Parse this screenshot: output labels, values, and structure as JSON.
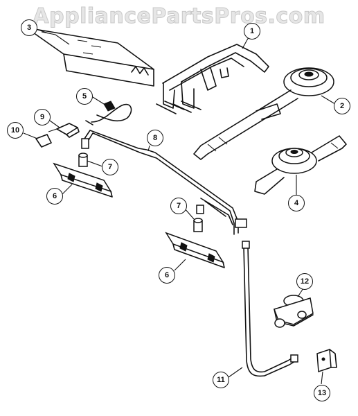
{
  "watermark": "AppliancePartsPros.com",
  "callouts": {
    "c1": "1",
    "c2": "2",
    "c3": "3",
    "c4": "4",
    "c5": "5",
    "c6a": "6",
    "c6b": "6",
    "c7a": "7",
    "c7b": "7",
    "c8": "8",
    "c9": "9",
    "c10": "10",
    "c11": "11",
    "c12": "12",
    "c13": "13"
  }
}
